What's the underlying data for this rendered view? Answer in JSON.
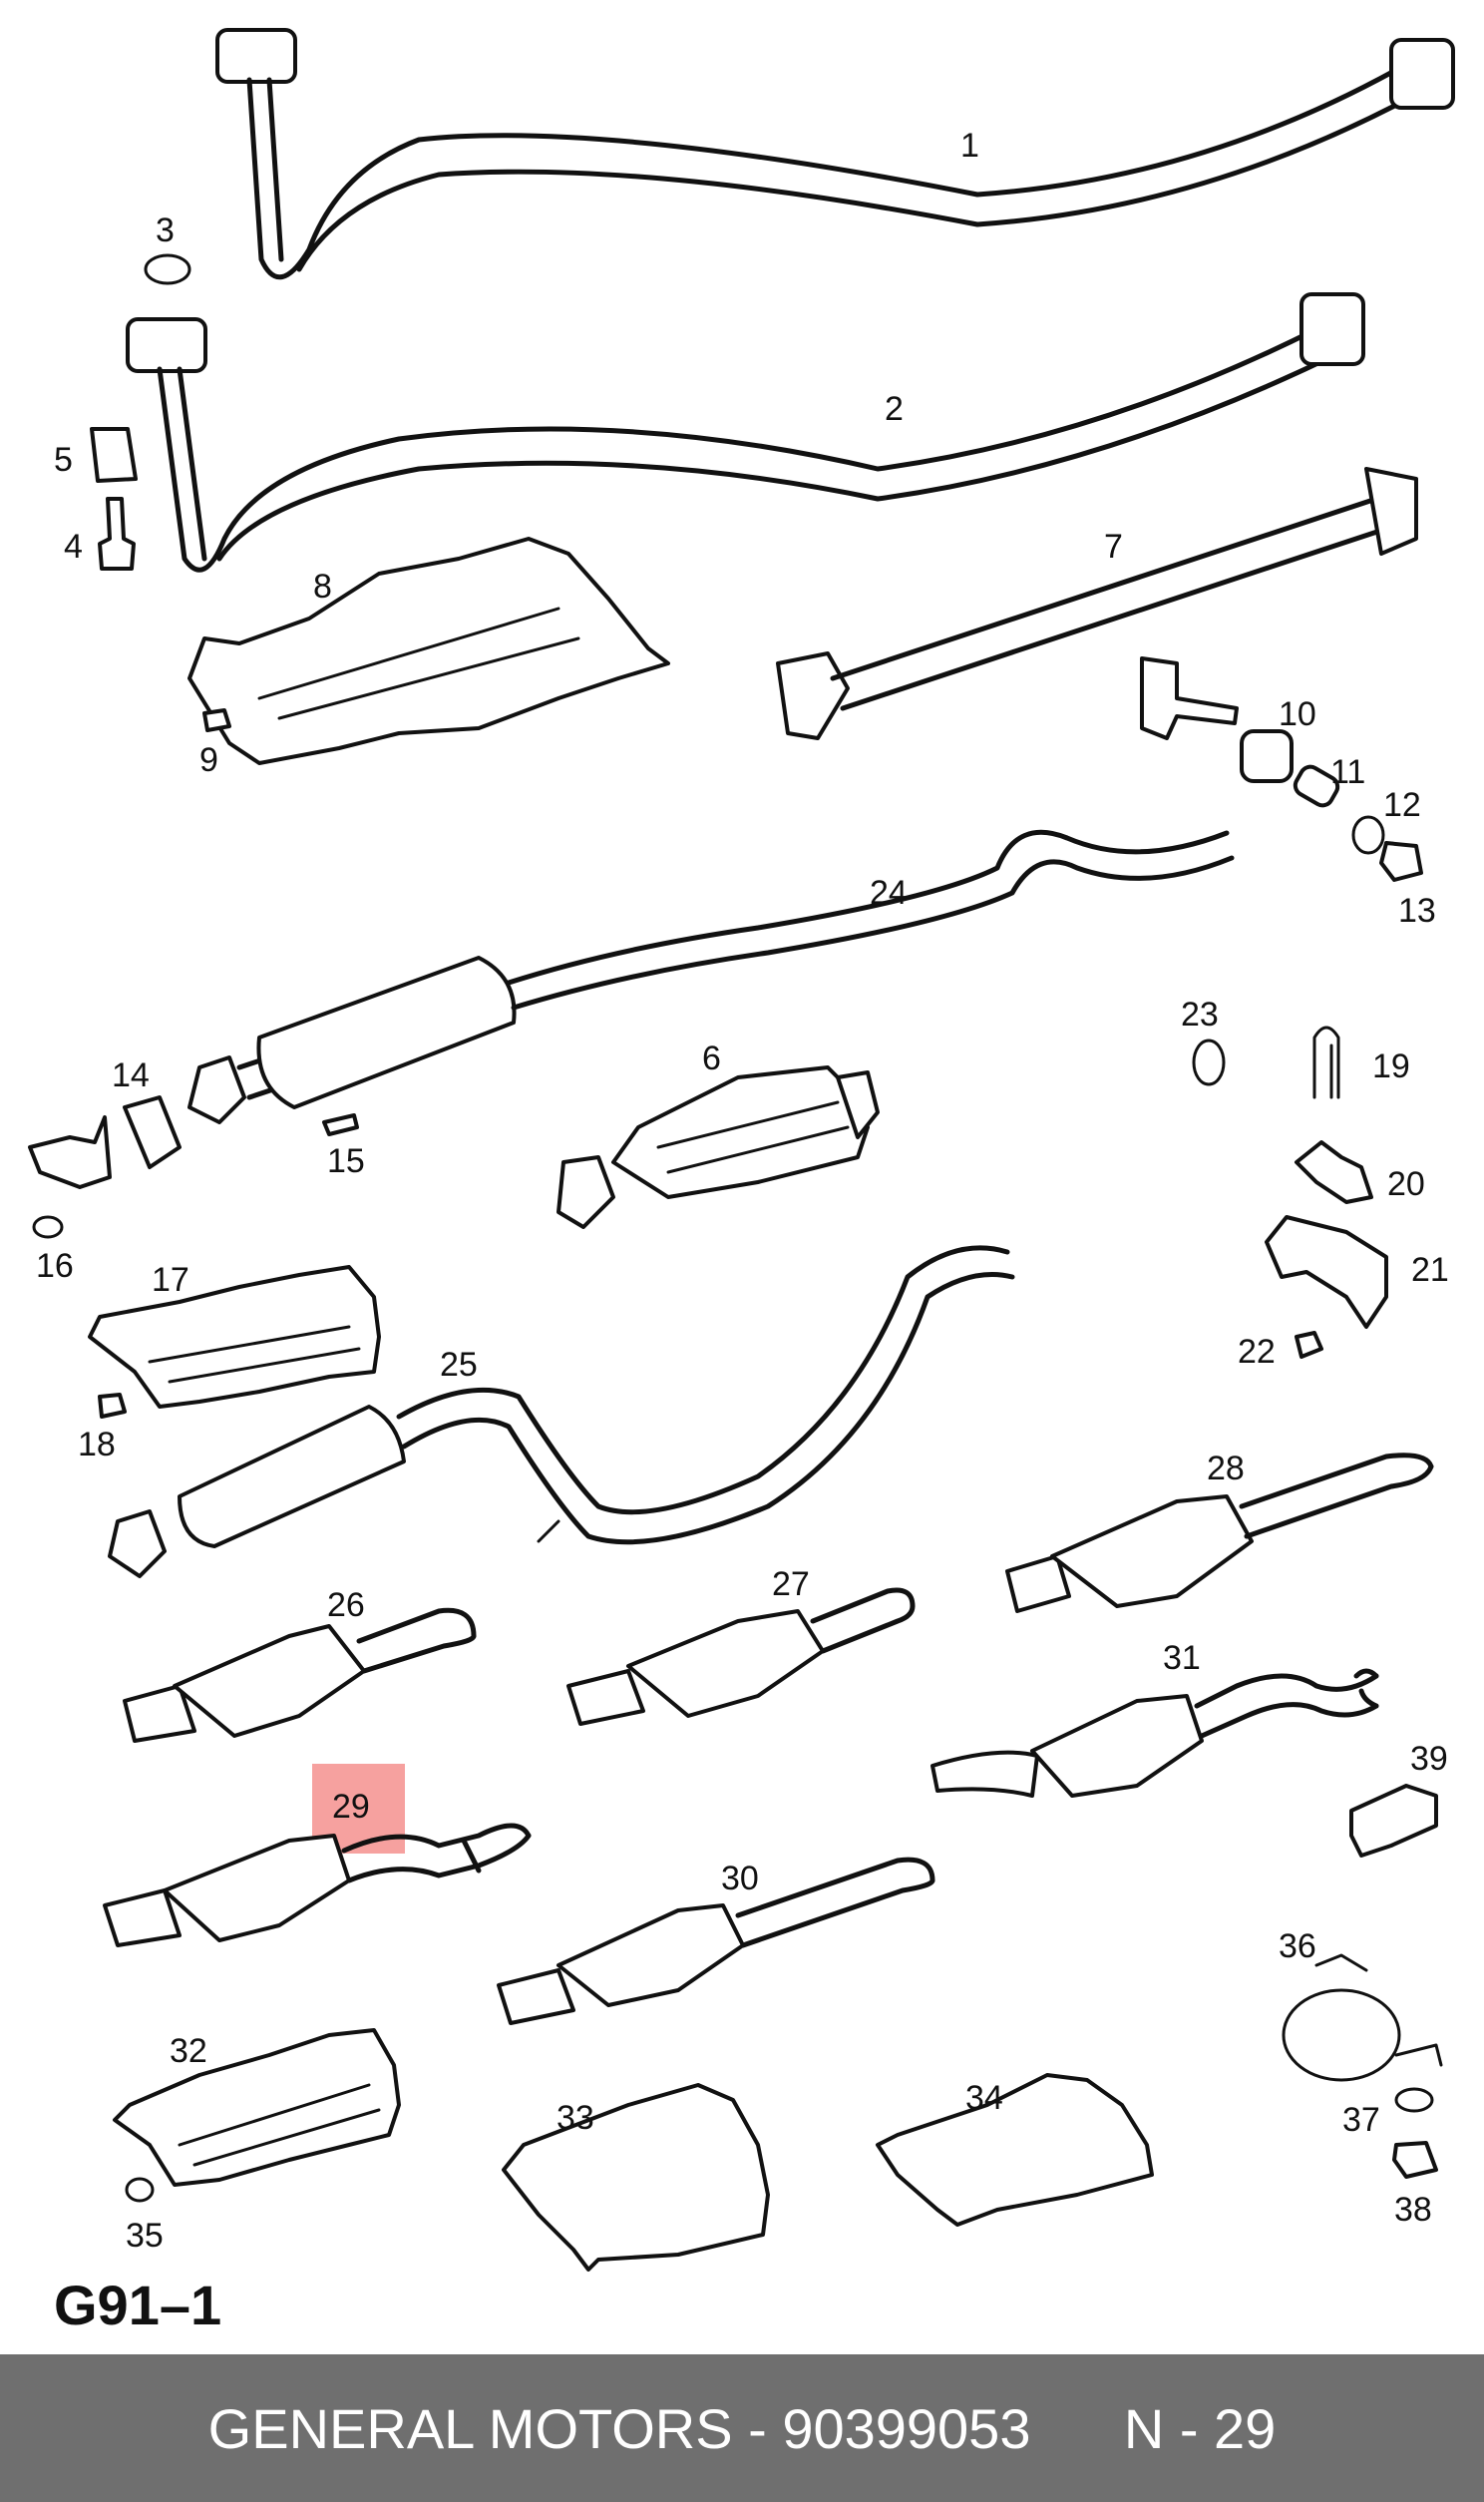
{
  "diagram": {
    "code": "G91–1",
    "highlight_label": "29",
    "labels": [
      "1",
      "2",
      "3",
      "4",
      "5",
      "6",
      "7",
      "8",
      "9",
      "10",
      "11",
      "12",
      "13",
      "14",
      "15",
      "16",
      "17",
      "18",
      "19",
      "20",
      "21",
      "22",
      "23",
      "24",
      "25",
      "26",
      "27",
      "28",
      "29",
      "30",
      "31",
      "32",
      "33",
      "34",
      "35",
      "36",
      "37",
      "38",
      "39"
    ]
  },
  "footer": {
    "brand": "GENERAL MOTORS",
    "separator": " - ",
    "part_number": "90399053",
    "page": "N - 29"
  },
  "colors": {
    "footer_bg": "#6f6f6f",
    "highlight": "#ef5350"
  }
}
